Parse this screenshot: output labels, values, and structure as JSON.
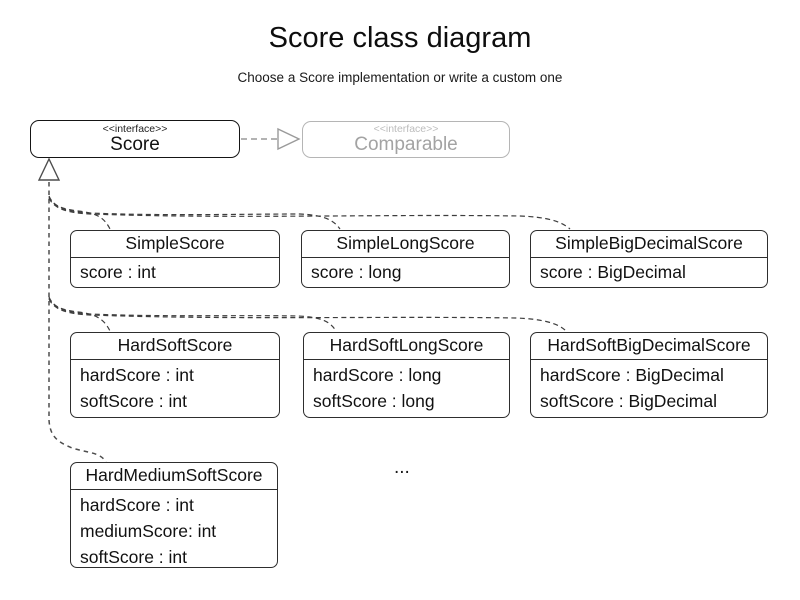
{
  "title": "Score class diagram",
  "subtitle": "Choose a Score implementation or write a custom one",
  "score_interface": {
    "stereotype": "<<interface>>",
    "name": "Score"
  },
  "comparable_interface": {
    "stereotype": "<<interface>>",
    "name": "Comparable"
  },
  "classes": [
    {
      "name": "SimpleScore",
      "attributes": [
        "score : int"
      ]
    },
    {
      "name": "SimpleLongScore",
      "attributes": [
        "score : long"
      ]
    },
    {
      "name": "SimpleBigDecimalScore",
      "attributes": [
        "score : BigDecimal"
      ]
    },
    {
      "name": "HardSoftScore",
      "attributes": [
        "hardScore : int",
        "softScore : int"
      ]
    },
    {
      "name": "HardSoftLongScore",
      "attributes": [
        "hardScore : long",
        "softScore : long"
      ]
    },
    {
      "name": "HardSoftBigDecimalScore",
      "attributes": [
        "hardScore : BigDecimal",
        "softScore : BigDecimal"
      ]
    },
    {
      "name": "HardMediumSoftScore",
      "attributes": [
        "hardScore : int",
        "mediumScore: int",
        "softScore : int"
      ]
    }
  ],
  "ellipsis": "...",
  "colors": {
    "class_border": "#2e2e2e",
    "interface_border": "#151515",
    "muted_border": "#b5b5b5",
    "muted_text": "#a3a3a3",
    "connector_dark": "#3d3d3d",
    "connector_gray": "#9a9a9a"
  }
}
